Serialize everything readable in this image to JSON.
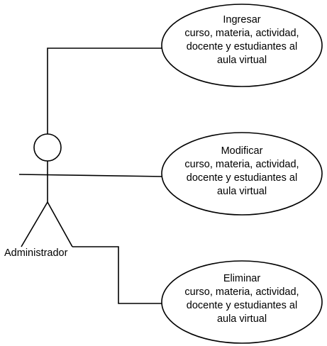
{
  "actor": {
    "label": "Administrador"
  },
  "use_cases": [
    {
      "title": "Ingresar",
      "lines": [
        "curso, materia, actividad,",
        "docente y estudiantes al",
        "aula virtual"
      ]
    },
    {
      "title": "Modificar",
      "lines": [
        "curso, materia, actividad,",
        "docente y estudiantes al",
        "aula virtual"
      ]
    },
    {
      "title": "Eliminar",
      "lines": [
        "curso, materia, actividad,",
        "docente y estudiantes al",
        "aula virtual"
      ]
    }
  ],
  "colors": {
    "stroke": "#000000",
    "fill": "#ffffff"
  }
}
